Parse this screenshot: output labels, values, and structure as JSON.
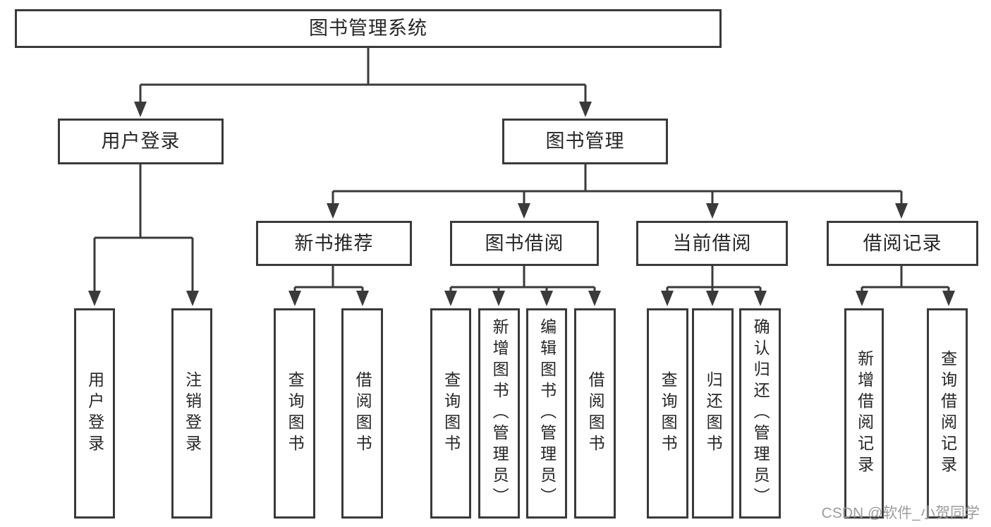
{
  "colors": {
    "line": "#3a3a3a",
    "box_border": "#3a3a3a",
    "text": "#262626",
    "watermark": "#9c9c9c",
    "background": "#ffffff"
  },
  "tree": {
    "root": {
      "label": "图书管理系统",
      "children": [
        {
          "label": "用户登录",
          "children": [
            {
              "label": "用户登录"
            },
            {
              "label": "注销登录"
            }
          ]
        },
        {
          "label": "图书管理",
          "children": [
            {
              "label": "新书推荐",
              "children": [
                {
                  "label": "查询图书"
                },
                {
                  "label": "借阅图书"
                }
              ]
            },
            {
              "label": "图书借阅",
              "children": [
                {
                  "label": "查询图书"
                },
                {
                  "label": "新增图书（管理员）"
                },
                {
                  "label": "编辑图书（管理员）"
                },
                {
                  "label": "借阅图书"
                }
              ]
            },
            {
              "label": "当前借阅",
              "children": [
                {
                  "label": "查询图书"
                },
                {
                  "label": "归还图书"
                },
                {
                  "label": "确认归还（管理员）"
                }
              ]
            },
            {
              "label": "借阅记录",
              "children": [
                {
                  "label": "新增借阅记录"
                },
                {
                  "label": "查询借阅记录"
                }
              ]
            }
          ]
        }
      ]
    }
  },
  "watermark": {
    "text": "CSDN @软件_小贺同学"
  }
}
